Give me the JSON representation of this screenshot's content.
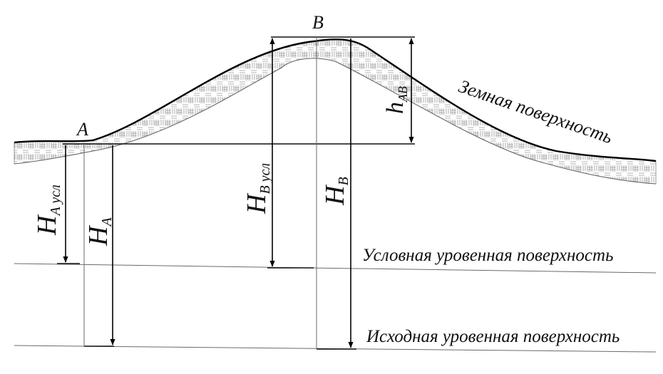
{
  "labels": {
    "point_a": "A",
    "point_b": "B",
    "earth_surface": "Земная поверхность",
    "conditional_level_surface": "Условная уровенная поверхность",
    "initial_level_surface": "Исходная уровенная поверхность"
  },
  "heights": {
    "h_a_usl": {
      "main": "H",
      "sub": "A усл"
    },
    "h_a": {
      "main": "H",
      "sub": "A"
    },
    "h_b_usl": {
      "main": "H",
      "sub": "B усл"
    },
    "h_b": {
      "main": "H",
      "sub": "B"
    },
    "h_ab": {
      "main": "h",
      "sub": "AB"
    }
  },
  "colors": {
    "line": "#000000",
    "thin_line": "#6a6a6a",
    "hatch": "#9a9a9a",
    "background": "#ffffff"
  }
}
